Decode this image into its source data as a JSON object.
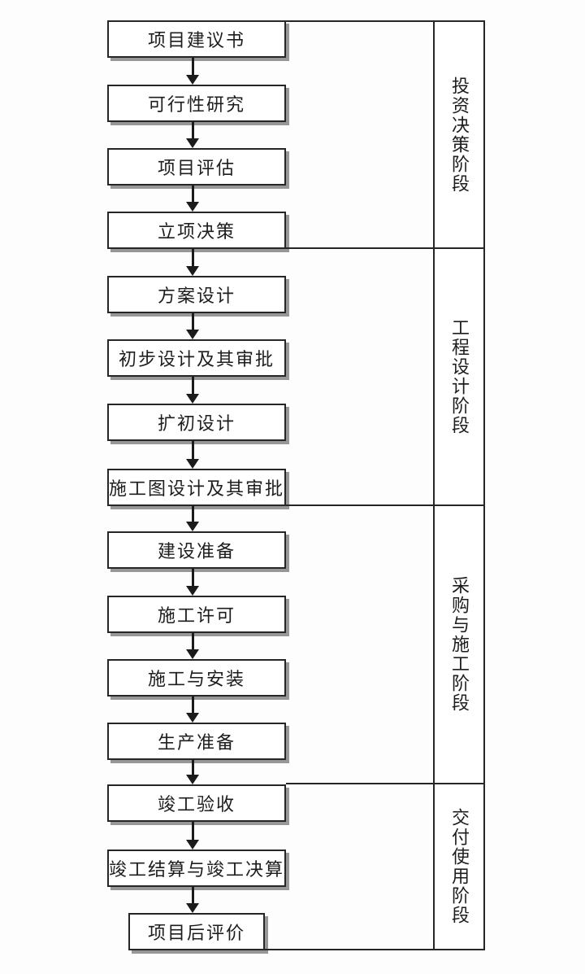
{
  "diagram": {
    "description": "construction-project-lifecycle-flowchart",
    "boxes": [
      "项目建议书",
      "可行性研究",
      "项目评估",
      "立项决策",
      "方案设计",
      "初步设计及其审批",
      "扩初设计",
      "施工图设计及其审批",
      "建设准备",
      "施工许可",
      "施工与安装",
      "生产准备",
      "竣工验收",
      "竣工结算与竣工决算",
      "项目后评价"
    ],
    "phases": [
      "投资决策阶段",
      "工程设计阶段",
      "采购与施工阶段",
      "交付使用阶段"
    ],
    "colors": {
      "line": "#262626",
      "text": "#1d1d1d",
      "box_shadow": "#979797",
      "background": "#ffffff"
    }
  }
}
